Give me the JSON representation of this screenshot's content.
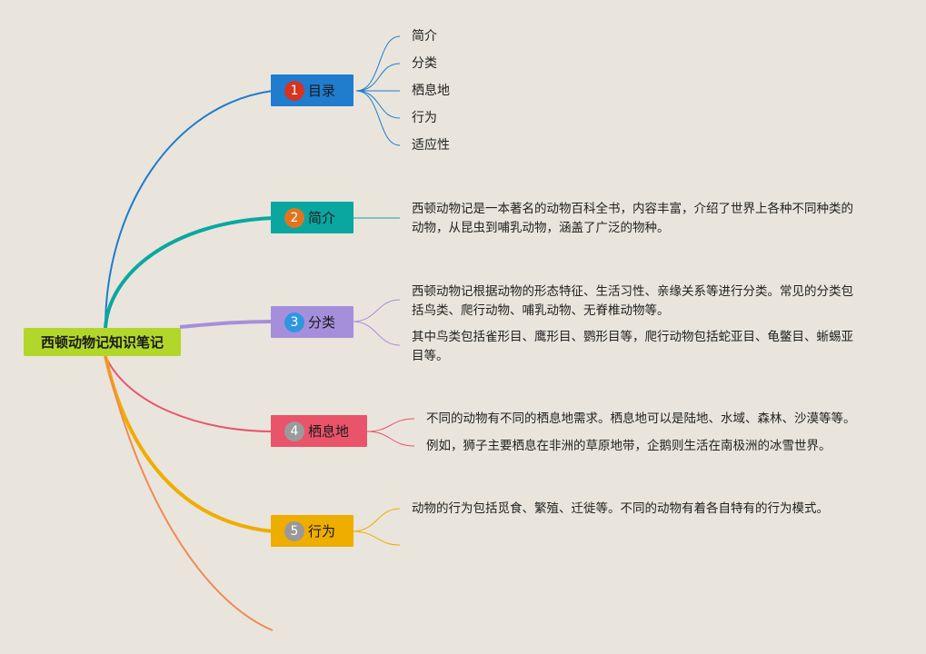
{
  "root": {
    "label": "西顿动物记知识笔记"
  },
  "colors": {
    "root": "#b3d62a",
    "branch1": "#1f7ccf",
    "badge1": "#d63320",
    "branch2": "#0aa7a0",
    "badge2": "#e2741f",
    "branch3": "#a58fdb",
    "badge3": "#2f97e0",
    "branch4": "#e9546a",
    "badge4": "#9b9b9b",
    "branch5": "#efad00",
    "badge5": "#999999",
    "branch6": "#f08a55"
  },
  "branches": [
    {
      "number": "1",
      "label": "目录",
      "children": [
        "简介",
        "分类",
        "栖息地",
        "行为",
        "适应性"
      ]
    },
    {
      "number": "2",
      "label": "简介",
      "children": [
        "西顿动物记是一本著名的动物百科全书，内容丰富，介绍了世界上各种不同种类的动物，从昆虫到哺乳动物，涵盖了广泛的物种。"
      ]
    },
    {
      "number": "3",
      "label": "分类",
      "children": [
        "西顿动物记根据动物的形态特征、生活习性、亲缘关系等进行分类。常见的分类包括鸟类、爬行动物、哺乳动物、无脊椎动物等。",
        "其中鸟类包括雀形目、鹰形目、鹦形目等，爬行动物包括蛇亚目、龟鳖目、蜥蜴亚目等。"
      ]
    },
    {
      "number": "4",
      "label": "栖息地",
      "children": [
        "不同的动物有不同的栖息地需求。栖息地可以是陆地、水域、森林、沙漠等等。",
        "例如，狮子主要栖息在非洲的草原地带，企鹅则生活在南极洲的冰雪世界。"
      ]
    },
    {
      "number": "5",
      "label": "行为",
      "children": [
        "动物的行为包括觅食、繁殖、迁徙等。不同的动物有着各自特有的行为模式。"
      ]
    }
  ]
}
